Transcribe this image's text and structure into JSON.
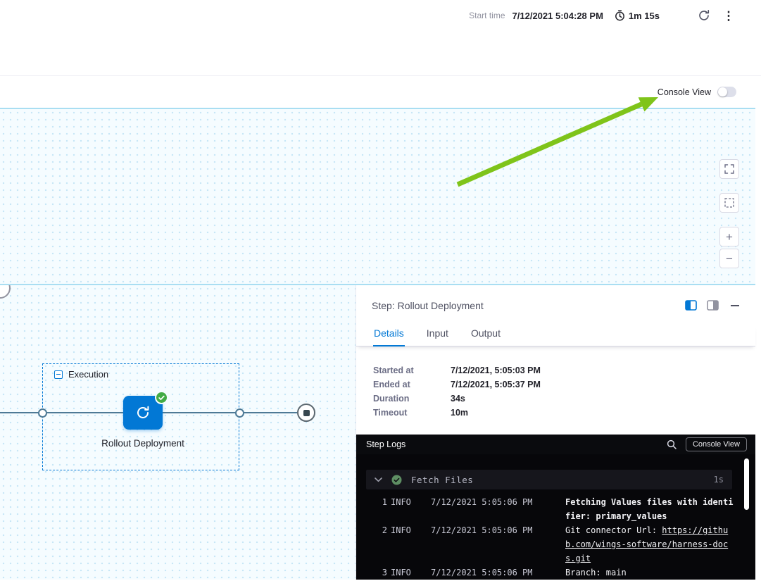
{
  "colors": {
    "accent": "#0278D5",
    "success": "#42AB45",
    "arrow": "#7FC41A",
    "connector": "#4E7A96",
    "canvas_border": "#A9DEF2",
    "dark_bar": "#0A0B0E",
    "console_bg": "#07070A",
    "section_bg": "#16161C",
    "text_dark": "#22222A",
    "text_gray": "#6B6D85",
    "text_light": "#9293A0",
    "border_light": "#D9DAE5",
    "log_text": "#C9CAD6"
  },
  "glyphs": {
    "kebab": "⋮",
    "zoom_in": "+",
    "zoom_out": "−"
  },
  "header": {
    "start_time_label": "Start time",
    "start_time_value": "7/12/2021 5:04:28 PM",
    "elapsed": "1m 15s"
  },
  "console_toggle": {
    "label": "Console View",
    "state": "off"
  },
  "canvas": {
    "execution_group_label": "Execution",
    "node_label": "Rollout Deployment"
  },
  "step_panel": {
    "title": "Step: Rollout Deployment",
    "tabs": [
      {
        "label": "Details",
        "active": true
      },
      {
        "label": "Input",
        "active": false
      },
      {
        "label": "Output",
        "active": false
      }
    ],
    "details": [
      {
        "label": "Started at",
        "value": "7/12/2021, 5:05:03 PM"
      },
      {
        "label": "Ended at",
        "value": "7/12/2021, 5:05:37 PM"
      },
      {
        "label": "Duration",
        "value": "34s"
      },
      {
        "label": "Timeout",
        "value": "10m"
      }
    ]
  },
  "logs": {
    "bar_title": "Step Logs",
    "console_view_button": "Console View",
    "section": {
      "title": "Fetch Files",
      "duration": "1s"
    },
    "entries": [
      {
        "num": "1",
        "level": "INFO",
        "time": "7/12/2021 5:05:06 PM",
        "message": "Fetching Values files with identifier: primary_values"
      },
      {
        "num": "2",
        "level": "INFO",
        "time": "7/12/2021 5:05:06 PM",
        "message_prefix": "Git connector Url: ",
        "link_text": "https://github.com/wings-software/harness-docs.git"
      },
      {
        "num": "3",
        "level": "INFO",
        "time": "7/12/2021 5:05:06 PM",
        "message": "Branch: main"
      }
    ]
  }
}
